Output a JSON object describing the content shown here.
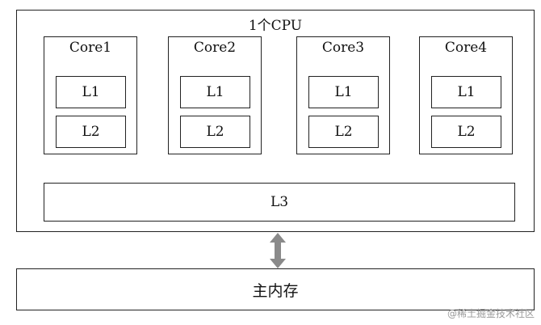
{
  "cpu": {
    "title": "1个CPU"
  },
  "cores": [
    {
      "name": "Core1",
      "l1": "L1",
      "l2": "L2"
    },
    {
      "name": "Core2",
      "l1": "L1",
      "l2": "L2"
    },
    {
      "name": "Core3",
      "l1": "L1",
      "l2": "L2"
    },
    {
      "name": "Core4",
      "l1": "L1",
      "l2": "L2"
    }
  ],
  "l3": "L3",
  "memory": "主内存",
  "watermark": "@稀土掘金技术社区"
}
